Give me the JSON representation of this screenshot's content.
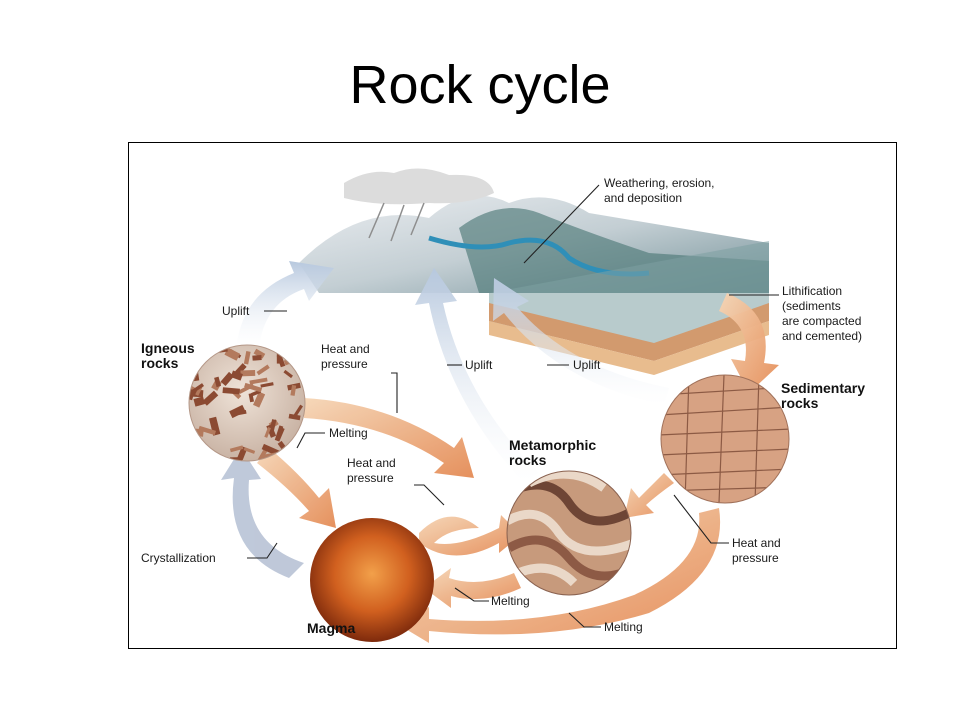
{
  "title": "Rock cycle",
  "nodes": {
    "igneous": "Igneous rocks",
    "sedimentary": "Sedimentary rocks",
    "metamorphic": "Metamorphic rocks",
    "magma": "Magma"
  },
  "processes": {
    "weathering": "Weathering, erosion, and deposition",
    "lithification": "Lithification (sediments are compacted and cemented)",
    "uplift_igneous": "Uplift",
    "uplift_metamorphic": "Uplift",
    "uplift_sedimentary": "Uplift",
    "heat_pressure_igneous": "Heat and pressure",
    "melting_igneous": "Melting",
    "heat_pressure_magma": "Heat and pressure",
    "heat_pressure_sedimentary": "Heat and pressure",
    "crystallization": "Crystallization",
    "melting_metamorphic": "Melting",
    "melting_sedimentary": "Melting"
  },
  "colors": {
    "uplift_arrow": "#c9d6e6",
    "process_arrow": "#e9a87a",
    "magma": "#c8501c",
    "landscape": "#8aa4a8"
  }
}
